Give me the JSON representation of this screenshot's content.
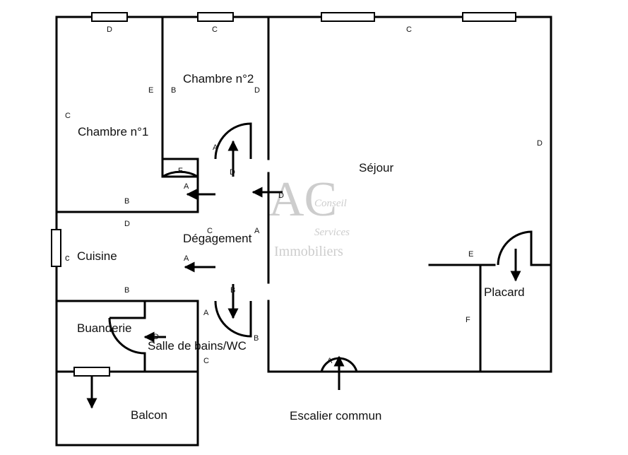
{
  "rooms": {
    "chambre1": "Chambre n°1",
    "chambre2": "Chambre n°2",
    "sejour": "Séjour",
    "degagement": "Dégagement",
    "cuisine": "Cuisine",
    "buanderie": "Buanderie",
    "sdb": "Salle de bains/WC",
    "balcon": "Balcon",
    "placard": "Placard",
    "escalier": "Escalier commun"
  },
  "markers": {
    "a": "A",
    "b": "B",
    "c": "C",
    "d": "D",
    "e": "E",
    "f": "F",
    "cuisine_prefix": "c"
  },
  "watermark": {
    "letters": "AC",
    "line1": "Conseil",
    "line2": "Services",
    "line3": "Immobiliers"
  },
  "colors": {
    "wall": "#000000",
    "background": "#ffffff",
    "watermark": "#c8c8c8"
  }
}
